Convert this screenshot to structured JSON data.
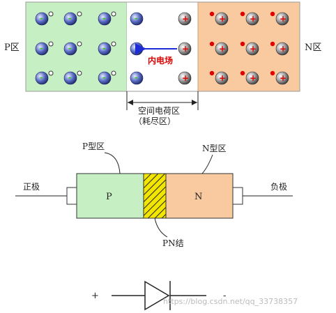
{
  "top": {
    "p_region_label": "P区",
    "n_region_label": "N区",
    "field_label": "内电场",
    "space_charge_label": "空间电荷区",
    "depletion_label": "（耗尽区）",
    "minus_sign": "-",
    "plus_sign": "+"
  },
  "junction": {
    "p_type_label": "P型区",
    "n_type_label": "N型区",
    "p_label": "P",
    "n_label": "N",
    "anode_label": "正极",
    "cathode_label": "负极",
    "pn_junction_label": "PN结"
  },
  "symbol": {
    "plus": "+",
    "minus": "-"
  },
  "watermark": "https://blog.csdn.net/qq_33738357",
  "colors": {
    "p_region": "#c6efc4",
    "n_region": "#f9c9a0",
    "junction_hatch": "#f2e600",
    "electron_blue": "#4d5fb0",
    "hole_red": "#e00000",
    "field_arrow": "#1d2cd6"
  }
}
